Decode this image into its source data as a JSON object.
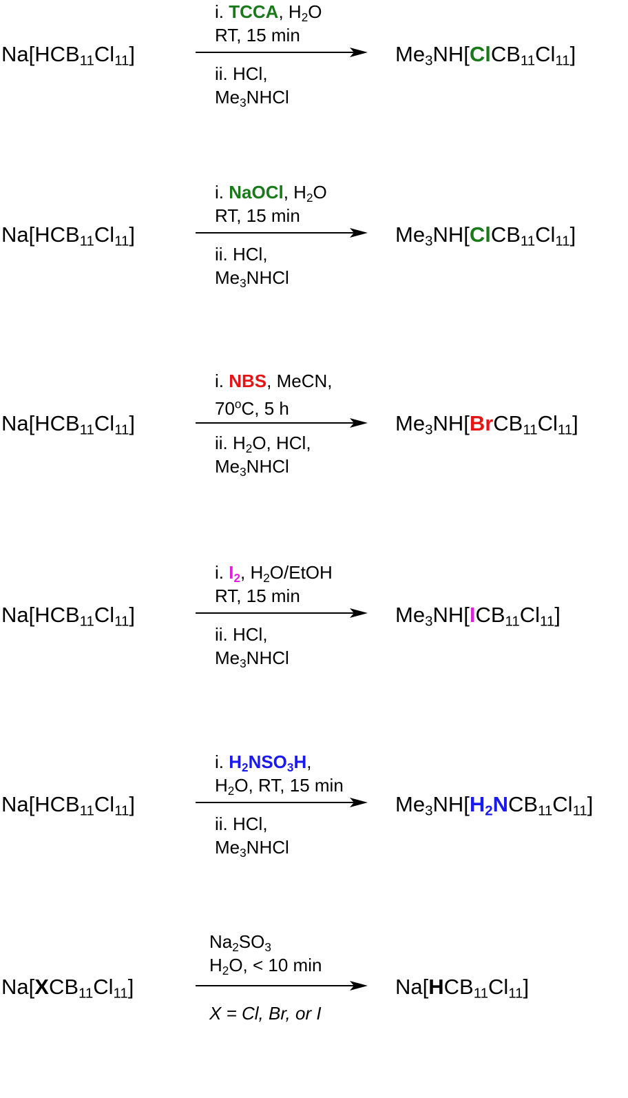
{
  "colors": {
    "green": "#1a7a1a",
    "red": "#e51515",
    "magenta": "#e020e0",
    "blue": "#1a1aee"
  },
  "reactions": [
    {
      "reactant": {
        "pre": "Na[HCB",
        "sub1": "11",
        "mid": "Cl",
        "sub2": "11",
        "post": "]"
      },
      "above1": {
        "pre": "i. ",
        "reagent": "TCCA",
        "post": ", H",
        "sub": "2",
        "post2": "O"
      },
      "above2": "RT, 15 min",
      "below1": "ii. HCl,",
      "below2": {
        "pre": "Me",
        "sub": "3",
        "post": "NHCl"
      },
      "product": {
        "pre": "Me",
        "sub0": "3",
        "pre2": "NH[",
        "hl": "Cl",
        "mid": "CB",
        "sub1": "11",
        "mid2": "Cl",
        "sub2": "11",
        "post": "]"
      }
    },
    {
      "reactant": {
        "pre": "Na[HCB",
        "sub1": "11",
        "mid": "Cl",
        "sub2": "11",
        "post": "]"
      },
      "above1": {
        "pre": "i. ",
        "reagent": "NaOCl",
        "post": ", H",
        "sub": "2",
        "post2": "O"
      },
      "above2": "RT, 15 min",
      "below1": "ii. HCl,",
      "below2": {
        "pre": "Me",
        "sub": "3",
        "post": "NHCl"
      },
      "product": {
        "pre": "Me",
        "sub0": "3",
        "pre2": "NH[",
        "hl": "Cl",
        "mid": "CB",
        "sub1": "11",
        "mid2": "Cl",
        "sub2": "11",
        "post": "]"
      }
    },
    {
      "reactant": {
        "pre": "Na[HCB",
        "sub1": "11",
        "mid": "Cl",
        "sub2": "11",
        "post": "]"
      },
      "above1": {
        "pre": "i. ",
        "reagent": "NBS",
        "post": ", MeCN,"
      },
      "above2": {
        "pre": "70",
        "sup": "o",
        "post": "C, 5 h"
      },
      "below1": {
        "pre": "ii. H",
        "sub": "2",
        "post": "O, HCl,"
      },
      "below2": {
        "pre": "Me",
        "sub": "3",
        "post": "NHCl"
      },
      "product": {
        "pre": "Me",
        "sub0": "3",
        "pre2": "NH[",
        "hl": "Br",
        "mid": "CB",
        "sub1": "11",
        "mid2": "Cl",
        "sub2": "11",
        "post": "]"
      }
    },
    {
      "reactant": {
        "pre": "Na[HCB",
        "sub1": "11",
        "mid": "Cl",
        "sub2": "11",
        "post": "]"
      },
      "above1": {
        "pre": "i. ",
        "reagent": "I",
        "reagent_sub": "2",
        "post": ", H",
        "sub": "2",
        "post2": "O/EtOH"
      },
      "above2": "RT, 15 min",
      "below1": "ii. HCl,",
      "below2": {
        "pre": "Me",
        "sub": "3",
        "post": "NHCl"
      },
      "product": {
        "pre": "Me",
        "sub0": "3",
        "pre2": "NH[",
        "hl": "I",
        "mid": "CB",
        "sub1": "11",
        "mid2": "Cl",
        "sub2": "11",
        "post": "]"
      }
    },
    {
      "reactant": {
        "pre": "Na[HCB",
        "sub1": "11",
        "mid": "Cl",
        "sub2": "11",
        "post": "]"
      },
      "above1": {
        "pre": "i. ",
        "r1": "H",
        "rs1": "2",
        "r2": "NSO",
        "rs2": "3",
        "r3": "H",
        "post": ","
      },
      "above2": {
        "pre": "H",
        "sub": "2",
        "post": "O, RT, 15 min"
      },
      "below1": "ii. HCl,",
      "below2": {
        "pre": "Me",
        "sub": "3",
        "post": "NHCl"
      },
      "product": {
        "pre": "Me",
        "sub0": "3",
        "pre2": "NH[",
        "hl1": "H",
        "hls": "2",
        "hl2": "N",
        "mid": "CB",
        "sub1": "11",
        "mid2": "Cl",
        "sub2": "11",
        "post": "]"
      }
    },
    {
      "reactant": {
        "pre": "Na[",
        "bold": "X",
        "mid0": "CB",
        "sub1": "11",
        "mid": "Cl",
        "sub2": "11",
        "post": "]"
      },
      "above1": {
        "pre": "Na",
        "sub": "2",
        "mid": "SO",
        "sub2": "3"
      },
      "above2": {
        "pre": "H",
        "sub": "2",
        "post": "O, < 10 min"
      },
      "below1": "X = Cl, Br, or I",
      "product": {
        "pre": "Na[",
        "bold": "H",
        "mid": "CB",
        "sub1": "11",
        "mid2": "Cl",
        "sub2": "11",
        "post": "]"
      }
    }
  ]
}
